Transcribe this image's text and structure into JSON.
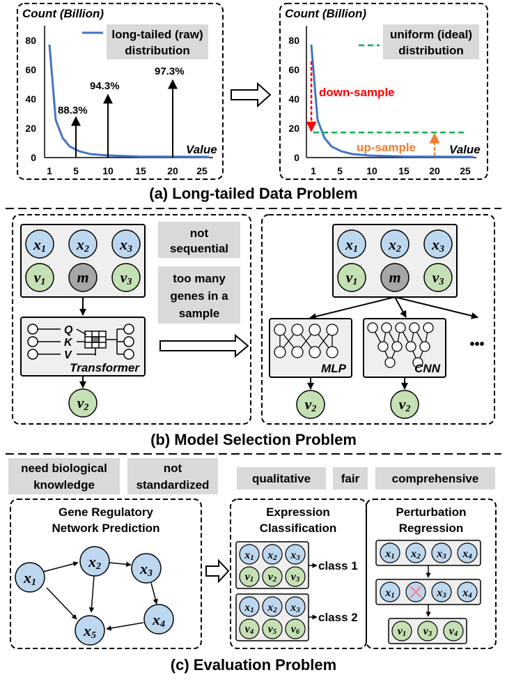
{
  "panel_a": {
    "caption": "(a) Long-tailed Data Problem",
    "left_chart": {
      "ylabel": "Count (Billion)",
      "xlabel": "Value",
      "legend": [
        "long-tailed (raw)",
        "distribution"
      ],
      "yticks": [
        "0",
        "20",
        "40",
        "60",
        "80"
      ],
      "xticks": [
        "1",
        "5",
        "10",
        "15",
        "20",
        "25"
      ],
      "markers": [
        "88.3%",
        "94.3%",
        "97.3%"
      ]
    },
    "right_chart": {
      "ylabel": "Count (Billion)",
      "xlabel": "Value",
      "legend": [
        "uniform (ideal)",
        "distribution"
      ],
      "yticks": [
        "0",
        "20",
        "40",
        "60",
        "80"
      ],
      "xticks": [
        "1",
        "5",
        "10",
        "15",
        "20",
        "25"
      ],
      "downsample": "down-sample",
      "upsample": "up-sample"
    },
    "colors": {
      "curve": "#4472c4",
      "uniform": "#00b050",
      "down": "#ff0000",
      "up": "#ed7d31"
    }
  },
  "panel_b": {
    "caption": "(b) Model Selection Problem",
    "tag_1": "not sequential",
    "tag_1_lines": [
      "not",
      "sequential"
    ],
    "tag_2_lines": [
      "too many",
      "genes in a",
      "sample"
    ],
    "transformer_label": "Transformer",
    "qkv": [
      "Q",
      "K",
      "V"
    ],
    "mlp_label": "MLP",
    "cnn_label": "CNN",
    "ellipsis": "•••"
  },
  "panel_c": {
    "caption": "(c) Evaluation Problem",
    "tag_bio_lines": [
      "need biological",
      "knowledge"
    ],
    "tag_std_lines": [
      "not",
      "standardized"
    ],
    "tag_qual": "qualitative",
    "tag_fair": "fair",
    "tag_comp": "comprehensive",
    "grn_title_lines": [
      "Gene Regulatory",
      "Network Prediction"
    ],
    "expr_title_lines": [
      "Expression",
      "Classification"
    ],
    "pert_title_lines": [
      "Perturbation",
      "Regression"
    ],
    "class_1": "class 1",
    "class_2": "class 2"
  },
  "node_colors": {
    "x": "#bdd7ee",
    "v": "#c5e0b4",
    "m": "#a6a6a6",
    "tag": "#d9d9d9"
  }
}
